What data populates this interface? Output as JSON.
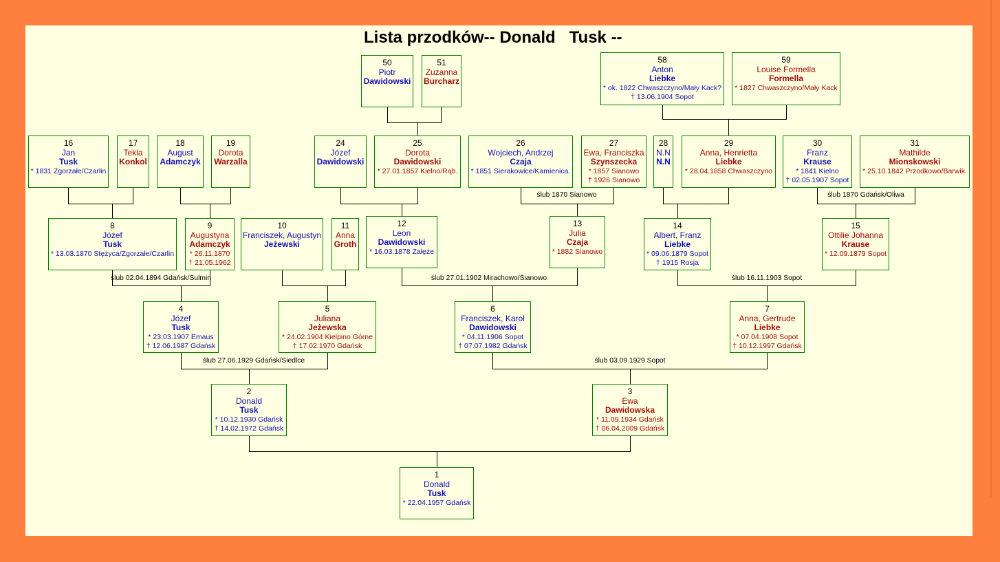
{
  "title": "Lista przodków-- Donald   Tusk --",
  "colors": {
    "background": "#FF7F3F",
    "panel": "#FFFFE1",
    "box_border": "#008000",
    "male_text": "#1010B8",
    "female_text": "#A00A0A",
    "connector": "#000000"
  },
  "persons": {
    "p1": {
      "number": "1",
      "given": "Donald",
      "surname": "Tusk",
      "birth": "* 22.04.1957 Gdańsk"
    },
    "p2": {
      "number": "2",
      "given": "Donald",
      "surname": "Tusk",
      "birth": "* 10.12.1930 Gdańsk",
      "death": "† 14.02.1972 Gdańsk"
    },
    "p3": {
      "number": "3",
      "given": "Ewa",
      "surname": "Dawidowska",
      "birth": "* 11.09.1934 Gdańsk",
      "death": "† 06.04.2009 Gdańsk"
    },
    "p4": {
      "number": "4",
      "given": "Józef",
      "surname": "Tusk",
      "birth": "* 23.03.1907 Emaus",
      "death": "† 12.06.1987 Gdańsk"
    },
    "p5": {
      "number": "5",
      "given": "Juliana",
      "surname": "Jeżewska",
      "birth": "* 24.02.1904 Kielpino Górne",
      "death": "† 17.02.1970 Gdańsk"
    },
    "p6": {
      "number": "6",
      "given": "Franciszek, Karol",
      "surname": "Dawidowski",
      "birth": "* 04.11.1906 Sopot",
      "death": "† 07.07.1982 Gdańsk"
    },
    "p7": {
      "number": "7",
      "given": "Anna, Gertrude",
      "surname": "Liebke",
      "birth": "* 07.04.1908 Sopot",
      "death": "† 10.12.1997 Gdańsk"
    },
    "p8": {
      "number": "8",
      "given": "Józef",
      "surname": "Tusk",
      "birth": "* 13.03.1870 Stężyca/Zgorzałe/Czarlin"
    },
    "p9": {
      "number": "9",
      "given": "Augustyna",
      "surname": "Adamczyk",
      "birth": "* 26.11.1870",
      "death": "† 21.05.1962"
    },
    "p10": {
      "number": "10",
      "given": "Franciszek, Augustyn",
      "surname": "Jeżewski"
    },
    "p11": {
      "number": "11",
      "given": "Anna",
      "surname": "Groth"
    },
    "p12": {
      "number": "12",
      "given": "Leon",
      "surname": "Dawidowski",
      "birth": "* 16.03.1878 Załęże"
    },
    "p13": {
      "number": "13",
      "given": "Julia",
      "surname": "Czaja",
      "birth": "* 1882 Sianowo"
    },
    "p14": {
      "number": "14",
      "given": "Albert, Franz",
      "surname": "Liebke",
      "birth": "* 09.06.1879 Sopot",
      "death": "† 1915 Rosja"
    },
    "p15": {
      "number": "15",
      "given": "Ottilie Johanna",
      "surname": "Krause",
      "birth": "* 12.09.1879 Sopot"
    },
    "p16": {
      "number": "16",
      "given": "Jan",
      "surname": "Tusk",
      "birth": "* 1831 Zgorzałe/Czarlin"
    },
    "p17": {
      "number": "17",
      "given": "Tekla",
      "surname": "Konkol"
    },
    "p18": {
      "number": "18",
      "given": "August",
      "surname": "Adamczyk"
    },
    "p19": {
      "number": "19",
      "given": "Dorota",
      "surname": "Warzalla"
    },
    "p24": {
      "number": "24",
      "given": "Józef",
      "surname": "Dawidowski"
    },
    "p25": {
      "number": "25",
      "given": "Dorota",
      "surname": "Dawidowski",
      "birth": "* 27.01.1857 Kielno/Rąb."
    },
    "p26": {
      "number": "26",
      "given": "Wojciech, Andrzej",
      "surname": "Czaja",
      "birth": "* 1851 Sierakowice/Kamienica."
    },
    "p27": {
      "number": "27",
      "given": "Ewa, Franciszka",
      "surname": "Szynszecka",
      "birth": "* 1857 Sianowo",
      "death": "† 1926 Sianowo"
    },
    "p28": {
      "number": "28",
      "given": "N.N",
      "surname": "N.N"
    },
    "p29": {
      "number": "29",
      "given": "Anna, Henrietta",
      "surname": "Liebke",
      "birth": "* 28.04.1858 Chwaszczyno"
    },
    "p30": {
      "number": "30",
      "given": "Franz",
      "surname": "Krause",
      "birth": "* 1841 Kielno",
      "death": "† 02.05.1907 Sopot"
    },
    "p31": {
      "number": "31",
      "given": "Mathilde",
      "surname": "Mionskowski",
      "birth": "* 25.10.1842 Przodkowo/Barwik."
    },
    "p50": {
      "number": "50",
      "given": "Piotr",
      "surname": "Dawidowski"
    },
    "p51": {
      "number": "51",
      "given": "Zuzanna",
      "surname": "Burcharz"
    },
    "p58": {
      "number": "58",
      "given": "Anton",
      "surname": "Liebke",
      "birth": "* ok. 1822 Chwaszczyno/Mały Kack?",
      "death": "† 13.06.1904 Sopot"
    },
    "p59": {
      "number": "59",
      "given": "Louise Formella",
      "surname": "Formella",
      "birth": "* 1827 Chwaszczyno/Mały Kack"
    }
  },
  "marriages": {
    "m26_27": "ślub 1870 Sianowo",
    "m30_31": "ślub 1870 Gdańsk/Oliwa",
    "m8_9": "ślub 02.04.1894 Gdańsk/Sulmin",
    "m12_13": "ślub 27.01.1902 Mirachowo/Sianowo",
    "m14_15": "ślub 16.11.1903 Sopot",
    "m4_5": "ślub 27.06.1929 Gdańsk/Siedlce",
    "m6_7": "ślub 03.09.1929 Sopot"
  }
}
